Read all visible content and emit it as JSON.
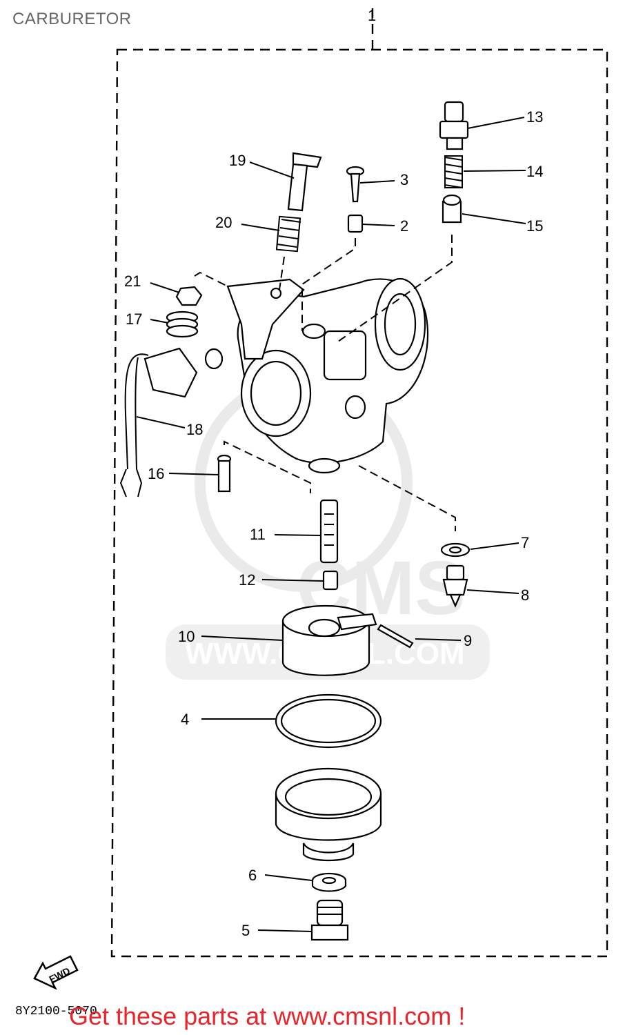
{
  "title": "CARBURETOR",
  "diagram_code": "8Y2100-5070",
  "cta": "Get these parts at www.cmsnl.com !",
  "fwd_label": "FWD",
  "watermark": {
    "text": "CMS",
    "url": "WWW.CMSNL.COM"
  },
  "callouts": {
    "c1": "1",
    "c2": "2",
    "c3": "3",
    "c4": "4",
    "c5": "5",
    "c6": "6",
    "c7": "7",
    "c8": "8",
    "c9": "9",
    "c10": "10",
    "c11": "11",
    "c12": "12",
    "c13": "13",
    "c14": "14",
    "c15": "15",
    "c16": "16",
    "c17": "17",
    "c18": "18",
    "c19": "19",
    "c20": "20",
    "c21": "21"
  },
  "colors": {
    "cta": "#e8252a",
    "title": "#666666",
    "watermark": "#d9d9d9"
  }
}
